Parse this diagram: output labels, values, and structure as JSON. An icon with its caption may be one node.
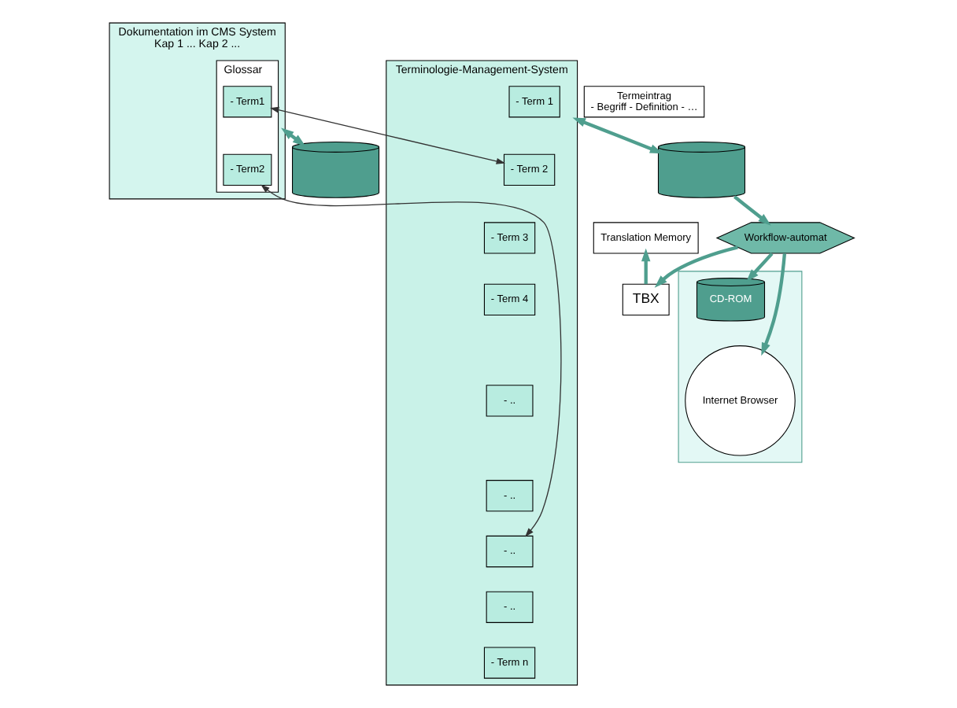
{
  "diagram": {
    "nodes": [
      {
        "text": [
          "Dokumentation im CMS System",
          "Kap 1 ... Kap 2 ..."
        ]
      },
      {
        "text": [
          "Glossar"
        ],
        "in": 0
      },
      {
        "text": [
          "- Term1"
        ],
        "in": 1
      },
      {
        "text": [
          "- Term2"
        ],
        "in": 1
      },
      {
        "text": [
          "Terminologie-Management-System"
        ]
      },
      {
        "text": [
          "- Term 1"
        ],
        "in": 4
      },
      {
        "text": [
          "- Term 2"
        ],
        "in": 4
      },
      {
        "text": [
          "- Term 3"
        ],
        "in": 4
      },
      {
        "text": [
          "- Term 4"
        ],
        "in": 4
      },
      {
        "text": [
          "- .."
        ],
        "in": 4
      },
      {
        "text": [
          "- .."
        ],
        "in": 4
      },
      {
        "text": [
          "- .."
        ],
        "in": 4
      },
      {
        "text": [
          "- .."
        ],
        "in": 4
      },
      {
        "text": [
          "- Term n"
        ],
        "in": 4
      },
      {
        "text": [
          "Termeintrag",
          "- Begriff - Definition - …"
        ]
      },
      {
        "text": [
          "Translation Memory"
        ]
      },
      {
        "text": [
          "TBX"
        ]
      },
      {
        "text": [],
        "shape": "cylinder"
      },
      {
        "text": [],
        "shape": "cylinder"
      },
      {
        "text": [
          "Workflow-automat"
        ]
      },
      {
        "text": [],
        "shape": "triangle"
      },
      {
        "text": [
          "CD-ROM"
        ],
        "in": 20
      },
      {
        "text": [
          "Internet Browser"
        ],
        "in": 20
      }
    ],
    "edges": [
      {
        "from": 2,
        "to": 6,
        "arrow": "both",
        "color": "#333333"
      },
      {
        "from": 3,
        "to": 11,
        "arrow": "both",
        "color": "#333333"
      },
      {
        "from": 0,
        "to": 17,
        "arrow": "both"
      },
      {
        "from": 4,
        "to": 18,
        "arrow": "both"
      },
      {
        "from": 18,
        "to": 19,
        "arrow": "to"
      },
      {
        "from": 16,
        "to": 15,
        "arrow": "to"
      },
      {
        "from": 19,
        "to": 16,
        "arrow": "to"
      },
      {
        "from": 19,
        "to": 21,
        "arrow": "to"
      },
      {
        "from": 19,
        "to": 22,
        "arrow": "to"
      }
    ]
  }
}
